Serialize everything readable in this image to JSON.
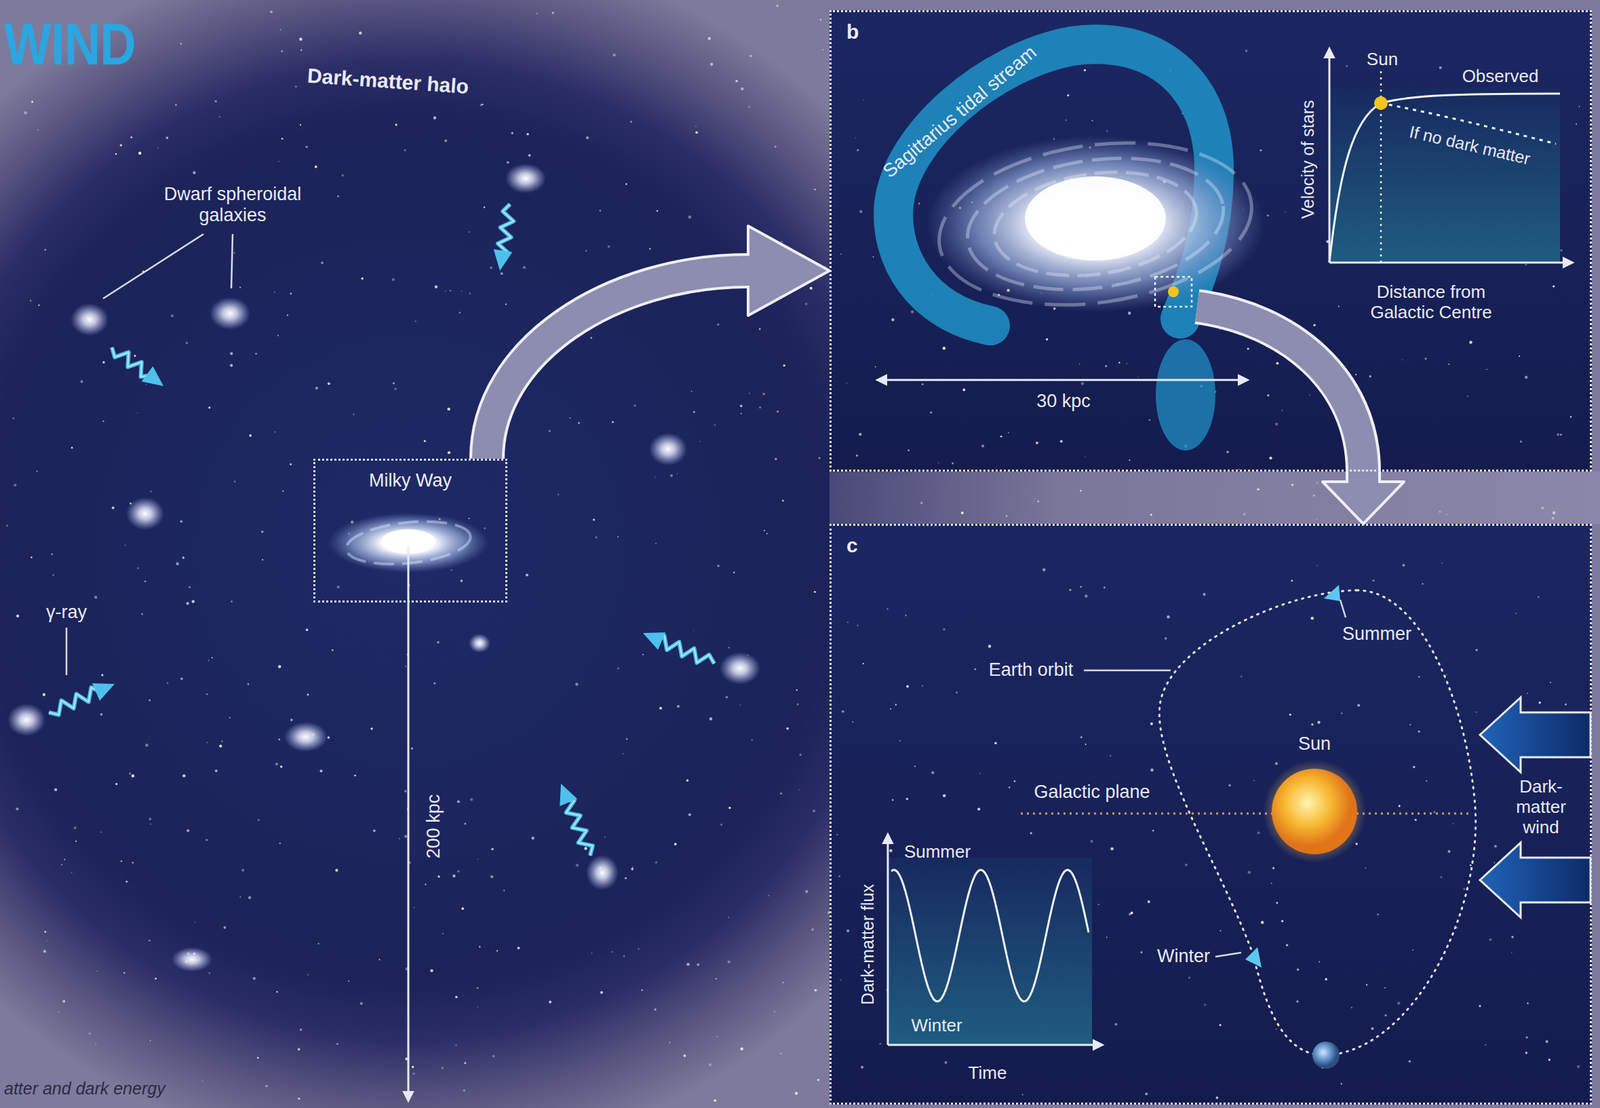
{
  "diagram": {
    "title": "WIND",
    "caption": "atter and dark energy",
    "nodes": [
      {
        "text": [
          "Milky Way"
        ]
      },
      {
        "text": [
          "b"
        ]
      },
      {
        "text": [
          "c"
        ]
      }
    ],
    "edges": [
      {
        "from": 0,
        "to": 1,
        "arrow": "to"
      },
      {
        "from": 1,
        "to": 2,
        "arrow": "to"
      }
    ],
    "labels": [
      "Dark-matter halo",
      "Dwarf spheroidal galaxies",
      "γ-ray",
      "200 kpc",
      "Sagittarius tidal stream",
      "Sun",
      "Observed",
      "If no dark matter",
      "Velocity of stars",
      "Distance from Galactic Centre",
      "30 kpc",
      "Summer",
      "Earth orbit",
      "Sun",
      "Galactic plane",
      "Dark-matter wind",
      "Winter",
      "Summer",
      "Winter",
      "Dark-matter flux",
      "Time"
    ]
  }
}
